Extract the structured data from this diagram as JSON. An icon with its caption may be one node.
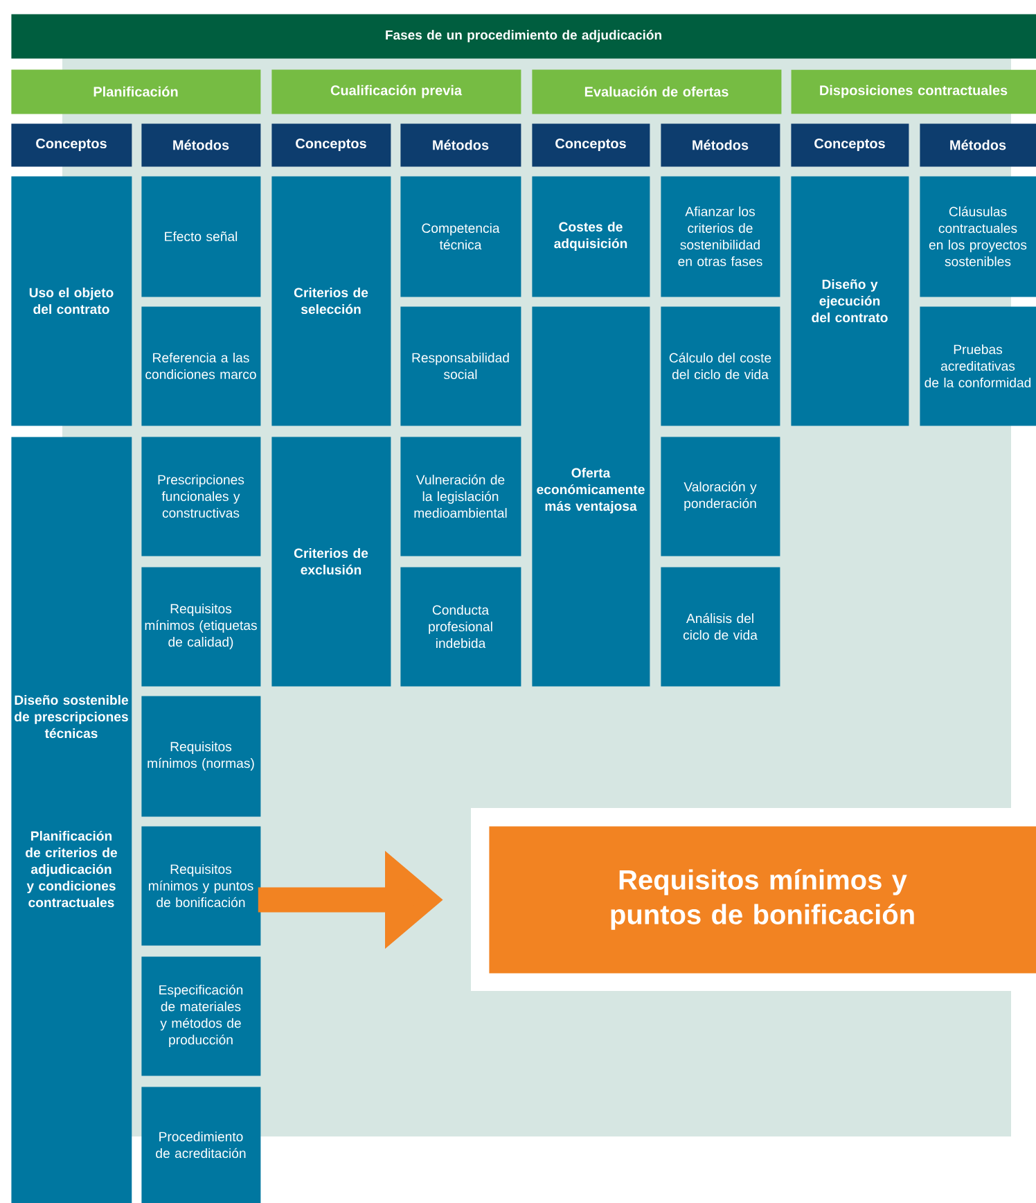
{
  "diagram": {
    "nodes": [
      {
        "text": [
          "Fases de un procedimiento de adjudicación"
        ]
      },
      {
        "text": [
          "Planificación"
        ]
      },
      {
        "text": [
          "Cualificación previa"
        ]
      },
      {
        "text": [
          "Evaluación de ofertas"
        ]
      },
      {
        "text": [
          "Disposiciones contractuales"
        ]
      },
      {
        "text": [
          "Conceptos"
        ]
      },
      {
        "text": [
          "Métodos"
        ]
      },
      {
        "text": [
          "Conceptos"
        ]
      },
      {
        "text": [
          "Métodos"
        ]
      },
      {
        "text": [
          "Conceptos"
        ]
      },
      {
        "text": [
          "Métodos"
        ]
      },
      {
        "text": [
          "Conceptos"
        ]
      },
      {
        "text": [
          "Métodos"
        ]
      },
      {
        "text": [
          "Uso el objeto del contrato"
        ]
      },
      {
        "text": [
          "Diseño sostenible de prescripciones técnicas",
          "Planificación de criterios de adjudicación y condiciones contractuales"
        ]
      },
      {
        "text": [
          "Efecto señal"
        ]
      },
      {
        "text": [
          "Referencia a las condiciones marco"
        ]
      },
      {
        "text": [
          "Prescripciones funcionales y constructivas"
        ]
      },
      {
        "text": [
          "Requisitos mínimos (etiquetas de calidad)"
        ]
      },
      {
        "text": [
          "Requisitos mínimos (normas)"
        ]
      },
      {
        "text": [
          "Requisitos mínimos y puntos de bonificación"
        ]
      },
      {
        "text": [
          "Especificación de materiales y métodos de producción"
        ]
      },
      {
        "text": [
          "Procedimiento de acreditación"
        ]
      },
      {
        "text": [
          "Criterios de selección"
        ]
      },
      {
        "text": [
          "Criterios de exclusión"
        ]
      },
      {
        "text": [
          "Competencia técnica"
        ]
      },
      {
        "text": [
          "Responsabilidad social"
        ]
      },
      {
        "text": [
          "Vulneración de la legislación medioambiental"
        ]
      },
      {
        "text": [
          "Conducta profesional indebida"
        ]
      },
      {
        "text": [
          "Costes de adquisición"
        ]
      },
      {
        "text": [
          "Oferta económicamente más ventajosa"
        ]
      },
      {
        "text": [
          "Afianzar los criterios de sostenibilidad en otras fases"
        ]
      },
      {
        "text": [
          "Cálculo del coste del ciclo de vida"
        ]
      },
      {
        "text": [
          "Valoración y ponderación"
        ]
      },
      {
        "text": [
          "Análisis del ciclo de vida"
        ]
      },
      {
        "text": [
          "Diseño y ejecución del contrato"
        ]
      },
      {
        "text": [
          "Cláusulas contractuales en los proyectos sostenibles"
        ]
      },
      {
        "text": [
          "Pruebas acreditativas de la conformidad"
        ]
      },
      {
        "text": [
          "Requisitos mínimos y puntos de bonificación"
        ]
      }
    ],
    "edges": [
      {
        "from": 20,
        "to": 38,
        "arrow": "to"
      }
    ]
  }
}
